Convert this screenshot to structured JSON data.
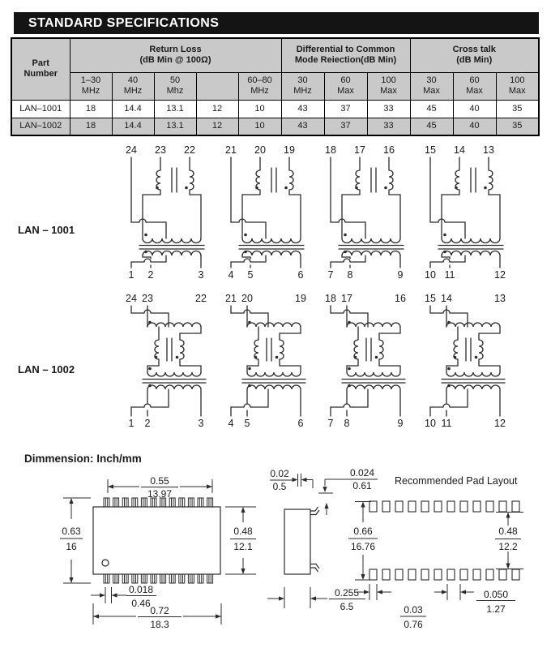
{
  "header": {
    "title": "STANDARD SPECIFICATIONS"
  },
  "spec_table": {
    "part_col": {
      "l1": "Part",
      "l2": "Number"
    },
    "groups": [
      {
        "l1": "Return Loss",
        "l2": "(dB Min @ 100Ω)"
      },
      {
        "l1": "Differential to Common",
        "l2": "Mode Reiection(dB Min)"
      },
      {
        "l1": "Cross talk",
        "l2": "(dB Min)"
      }
    ],
    "sub_headers": [
      {
        "l1": "1–30",
        "l2": "MHz"
      },
      {
        "l1": "40",
        "l2": "MHz"
      },
      {
        "l1": "50",
        "l2": "Mhz"
      },
      {
        "l1": "",
        "l2": ""
      },
      {
        "l1": "60–80",
        "l2": "MHz"
      },
      {
        "l1": "30",
        "l2": "MHz"
      },
      {
        "l1": "60",
        "l2": "Max"
      },
      {
        "l1": "100",
        "l2": "Max"
      },
      {
        "l1": "30",
        "l2": "Max"
      },
      {
        "l1": "60",
        "l2": "Max"
      },
      {
        "l1": "100",
        "l2": "Max"
      }
    ],
    "rows": [
      {
        "part": "LAN–1001",
        "values": [
          "18",
          "14.4",
          "13.1",
          "12",
          "10",
          "43",
          "37",
          "33",
          "45",
          "40",
          "35"
        ]
      },
      {
        "part": "LAN–1002",
        "values": [
          "18",
          "14.4",
          "13.1",
          "12",
          "10",
          "43",
          "37",
          "33",
          "45",
          "40",
          "35"
        ]
      }
    ]
  },
  "schematics": {
    "lan1001": {
      "label": "LAN – 1001",
      "units": [
        {
          "top": [
            "24",
            "23",
            "22"
          ],
          "bottom": [
            "1",
            "2",
            "3"
          ]
        },
        {
          "top": [
            "21",
            "20",
            "19"
          ],
          "bottom": [
            "4",
            "5",
            "6"
          ]
        },
        {
          "top": [
            "18",
            "17",
            "16"
          ],
          "bottom": [
            "7",
            "8",
            "9"
          ]
        },
        {
          "top": [
            "15",
            "14",
            "13"
          ],
          "bottom": [
            "10",
            "11",
            "12"
          ]
        }
      ]
    },
    "lan1002": {
      "label": "LAN – 1002",
      "units": [
        {
          "top": [
            "24",
            "23",
            "22"
          ],
          "bottom": [
            "1",
            "2",
            "3"
          ]
        },
        {
          "top": [
            "21",
            "20",
            "19"
          ],
          "bottom": [
            "4",
            "5",
            "6"
          ]
        },
        {
          "top": [
            "18",
            "17",
            "16"
          ],
          "bottom": [
            "7",
            "8",
            "9"
          ]
        },
        {
          "top": [
            "15",
            "14",
            "13"
          ],
          "bottom": [
            "10",
            "11",
            "12"
          ]
        }
      ]
    }
  },
  "dimensions": {
    "heading": "Dimmension: Inch/mm",
    "pad_layout_title": "Recommended Pad Layout",
    "front_view": {
      "pin_row_width": {
        "inch": "0.55",
        "mm": "13.97"
      },
      "overall_height": {
        "inch": "0.63",
        "mm": "16"
      },
      "body_height": {
        "inch": "0.48",
        "mm": "12.1"
      },
      "lead_width": {
        "inch": "0.018",
        "mm": "0.46"
      },
      "overall_width": {
        "inch": "0.72",
        "mm": "18.3"
      }
    },
    "side_view": {
      "lead_thickness": {
        "inch": "0.02",
        "mm": "0.5"
      },
      "standoff": {
        "inch": "0.024",
        "mm": "0.61"
      },
      "body_depth": {
        "inch": "0.255",
        "mm": "6.5"
      }
    },
    "pad_layout": {
      "outer_span": {
        "inch": "0.66",
        "mm": "16.76"
      },
      "inner_span": {
        "inch": "0.48",
        "mm": "12.2"
      },
      "pad_width": {
        "inch": "0.03",
        "mm": "0.76"
      },
      "pad_pitch": {
        "inch": "0.050",
        "mm": "1.27"
      }
    }
  },
  "colors": {
    "header_bar": "#141414",
    "table_shade": "#c9c9c9",
    "line": "#2b2b2b"
  }
}
